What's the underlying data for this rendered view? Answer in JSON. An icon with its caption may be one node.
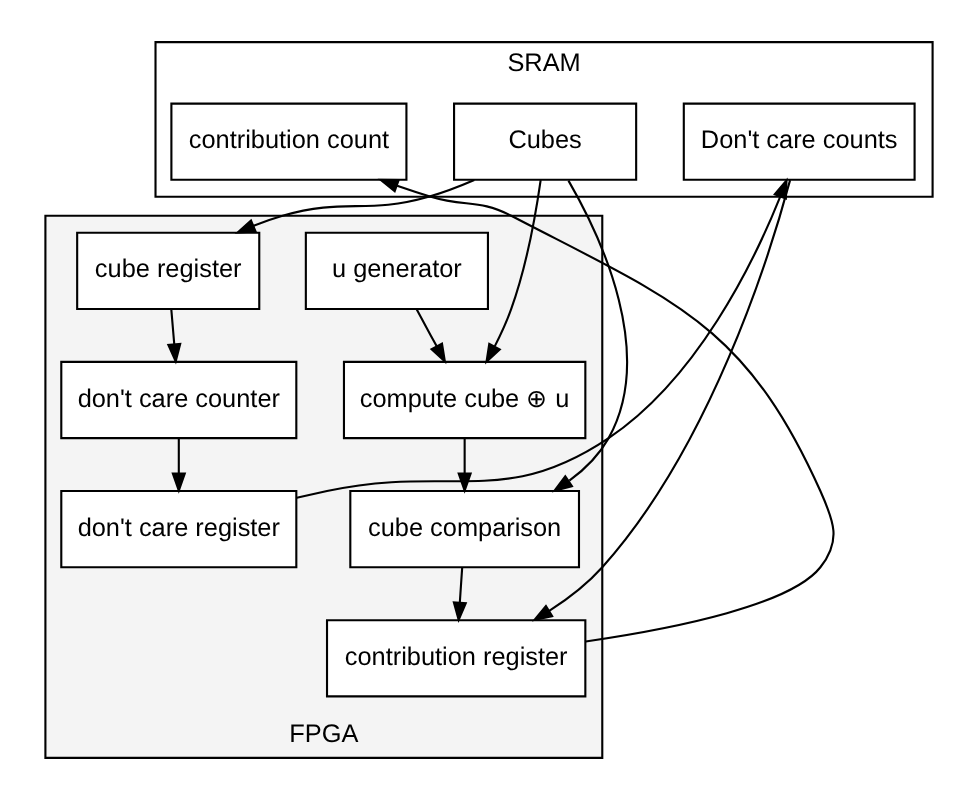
{
  "diagram": {
    "nodes": [
      {
        "text": [
          "SRAM"
        ]
      },
      {
        "text": [
          "Cubes"
        ],
        "in": 0
      },
      {
        "text": [
          "Don't care counts"
        ],
        "in": 0
      },
      {
        "text": [
          "contribution count"
        ],
        "in": 0
      },
      {
        "text": [
          "FPGA"
        ]
      },
      {
        "text": [
          "cube register"
        ],
        "in": 4
      },
      {
        "text": [
          "don't care counter"
        ],
        "in": 4
      },
      {
        "text": [
          "don't care register"
        ],
        "in": 4
      },
      {
        "text": [
          "u generator"
        ],
        "in": 4
      },
      {
        "text": [
          "compute cube ⊕ u"
        ],
        "in": 4
      },
      {
        "text": [
          "cube comparison"
        ],
        "in": 4
      },
      {
        "text": [
          "contribution register"
        ],
        "in": 4
      }
    ],
    "edges": [
      {
        "from": 1,
        "to": 5,
        "arrow": "to"
      },
      {
        "from": 5,
        "to": 6,
        "arrow": "to"
      },
      {
        "from": 6,
        "to": 7,
        "arrow": "to"
      },
      {
        "from": 7,
        "to": 2,
        "arrow": "to"
      },
      {
        "from": 2,
        "to": 11,
        "arrow": "to"
      },
      {
        "from": 1,
        "to": 9,
        "arrow": "to"
      },
      {
        "from": 1,
        "to": 10,
        "arrow": "to"
      },
      {
        "from": 8,
        "to": 9,
        "arrow": "to"
      },
      {
        "from": 9,
        "to": 10,
        "arrow": "to"
      },
      {
        "from": 10,
        "to": 11,
        "arrow": "to"
      },
      {
        "from": 11,
        "to": 3,
        "arrow": "to"
      }
    ]
  }
}
